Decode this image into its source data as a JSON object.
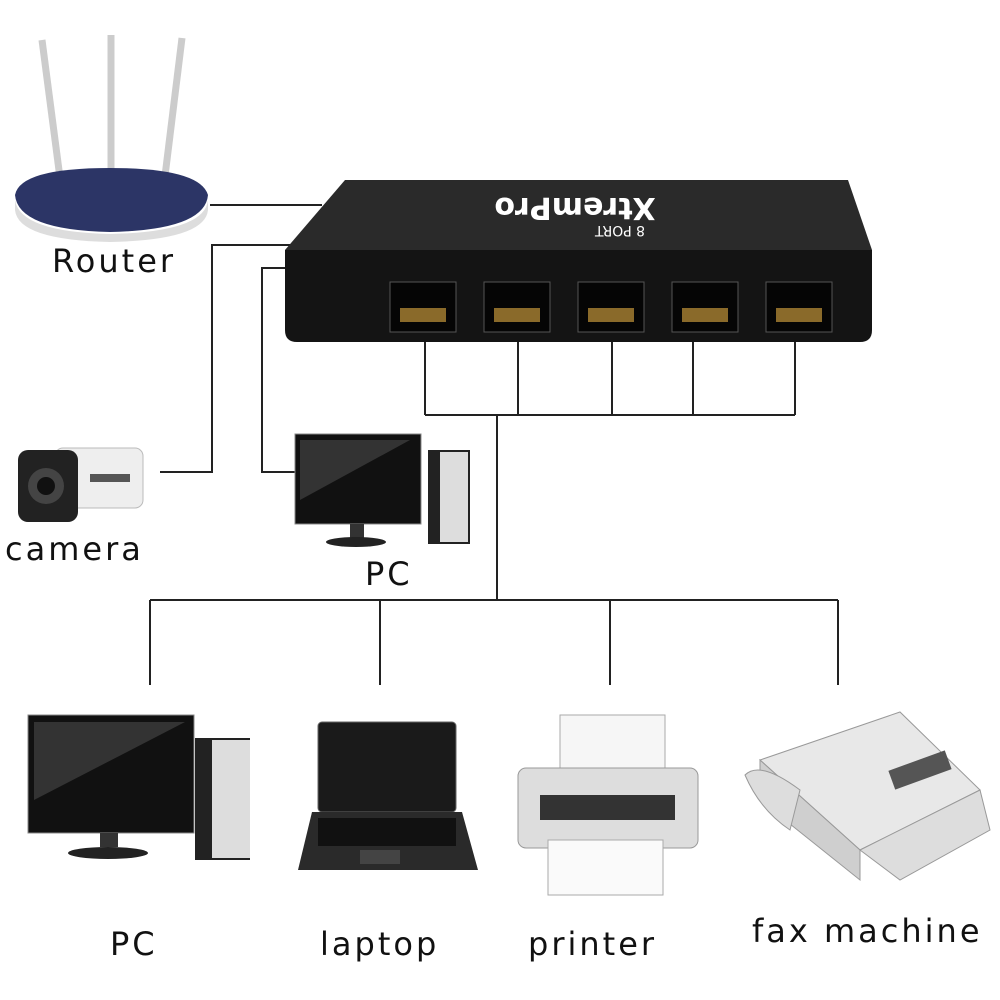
{
  "switch": {
    "brand": "XtremPro",
    "model": "8 PORT",
    "port_count_visible": 5
  },
  "labels": {
    "router": "Router",
    "camera": "camera",
    "pc_upper": "PC",
    "pc_lower": "PC",
    "laptop": "laptop",
    "printer": "printer",
    "fax": "fax machine"
  },
  "colors": {
    "line": "#222222",
    "switch_body": "#1a1a1a",
    "router_body": "#2c3566"
  }
}
